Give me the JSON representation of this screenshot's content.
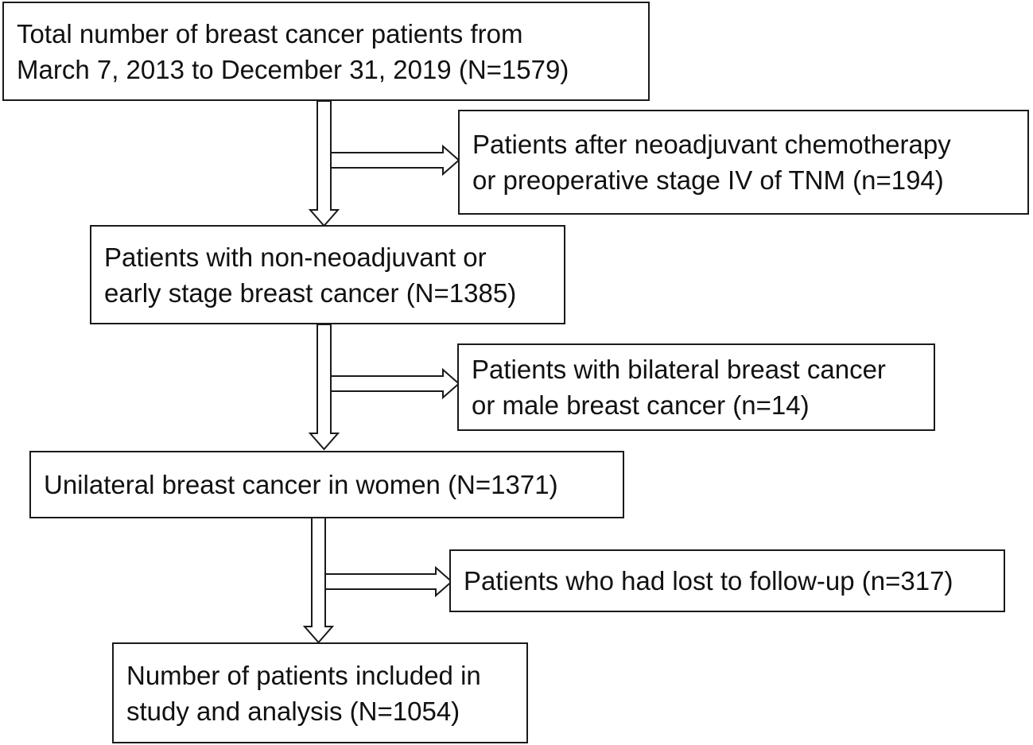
{
  "flowchart": {
    "boxes": [
      {
        "id": "total-patients",
        "lines": [
          "Total number of breast cancer patients from",
          "March 7, 2013 to December 31, 2019 (N=1579)"
        ]
      },
      {
        "id": "excluded-neoadjuvant",
        "lines": [
          "Patients after neoadjuvant chemotherapy",
          "or preoperative stage IV of TNM (n=194)"
        ]
      },
      {
        "id": "non-neoadjuvant",
        "lines": [
          "Patients with non-neoadjuvant or",
          "early stage breast cancer (N=1385)"
        ]
      },
      {
        "id": "excluded-bilateral-male",
        "lines": [
          "Patients with bilateral breast cancer",
          "or male breast cancer (n=14)"
        ]
      },
      {
        "id": "unilateral-women",
        "lines": [
          "Unilateral breast cancer in women (N=1371)"
        ]
      },
      {
        "id": "excluded-lost-follow-up",
        "lines": [
          "Patients who had lost to follow-up (n=317)"
        ]
      },
      {
        "id": "included-patients",
        "lines": [
          "Number of patients included in",
          "study and analysis (N=1054)"
        ]
      }
    ],
    "colors": {
      "stroke": "#1a1a1a",
      "fill": "#ffffff",
      "text": "#111111"
    }
  }
}
